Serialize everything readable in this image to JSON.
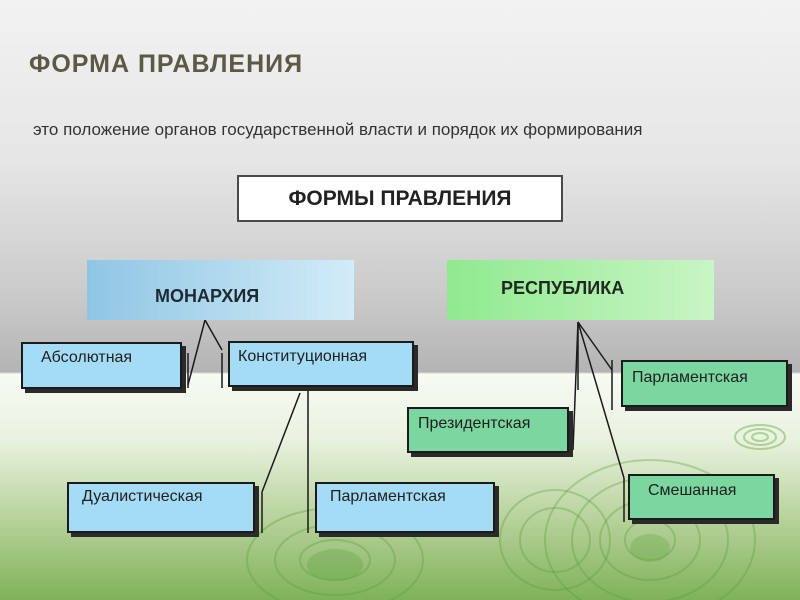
{
  "slide": {
    "title": "ФОРМА  ПРАВЛЕНИЯ",
    "definition": "это положение органов государственной  власти  и порядок их формирования"
  },
  "diagram": {
    "root": "ФОРМЫ ПРАВЛЕНИЯ",
    "monarchy": {
      "label": "МОНАРХИЯ",
      "types": {
        "absolute": "Абсолютная",
        "constitutional": "Конституционная",
        "dualistic": "Дуалистическая",
        "parliamentary": "Парламентская"
      }
    },
    "republic": {
      "label": "РЕСПУБЛИКА",
      "types": {
        "parliamentary": "Парламентская",
        "presidential": "Президентская",
        "mixed": "Смешанная"
      }
    }
  },
  "colors": {
    "monarchy_fill": "#8fc6e4",
    "monarchy_types_fill": "#a4dcf6",
    "republic_fill": "#8fea8f",
    "republic_types_fill": "#7bd69f",
    "title_text": "#5a5a45"
  }
}
